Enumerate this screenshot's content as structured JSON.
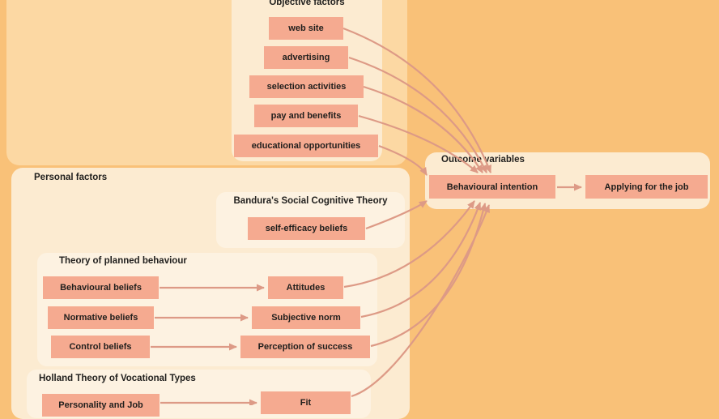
{
  "colors": {
    "bg": "#f9c178",
    "panel-mid": "#fcd8a3",
    "panel-cream": "#fcebd1",
    "panel-light": "#fdf2e1",
    "box": "#f5aa90",
    "arrow": "#dd9a86",
    "ink": "#201f1d"
  },
  "panels": {
    "objective": {
      "title": "Objective factors",
      "boxes": {
        "web_site": "web site",
        "advertising": "advertising",
        "selection": "selection activities",
        "pay": "pay and benefits",
        "education": "educational opportunities"
      }
    },
    "personal": {
      "title": "Personal factors"
    },
    "bandura": {
      "title": "Bandura's Social Cognitive Theory",
      "boxes": {
        "self_efficacy": "self-efficacy beliefs"
      }
    },
    "tpb": {
      "title": "Theory of planned behaviour",
      "boxes": {
        "behavioural_beliefs": "Behavioural beliefs",
        "attitudes": "Attitudes",
        "normative_beliefs": "Normative beliefs",
        "subjective_norm": "Subjective norm",
        "control_beliefs": "Control beliefs",
        "perception": "Perception of success"
      }
    },
    "holland": {
      "title": "Holland Theory of Vocational Types",
      "boxes": {
        "personality": "Personality and Job",
        "fit": "Fit"
      }
    },
    "outcome": {
      "title": "Outcome variables",
      "boxes": {
        "intention": "Behavioural intention",
        "applying": "Applying for the job"
      }
    }
  }
}
